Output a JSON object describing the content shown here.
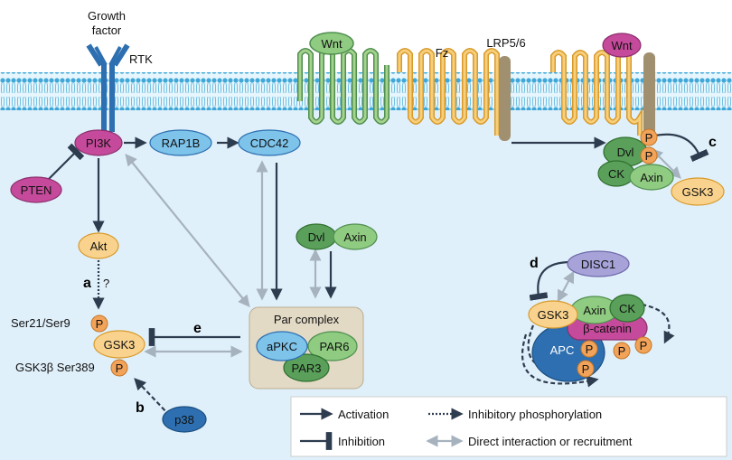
{
  "receptor": {
    "growth_factor_line1": "Growth",
    "growth_factor_line2": "factor",
    "rtk": "RTK"
  },
  "membrane_labels": {
    "wnt_left": "Wnt",
    "fz": "Fz",
    "lrp": "LRP5/6",
    "wnt_right": "Wnt"
  },
  "nodes": {
    "pi3k": "PI3K",
    "rap1b": "RAP1B",
    "cdc42": "CDC42",
    "pten": "PTEN",
    "akt": "Akt",
    "dvl_mid": "Dvl",
    "axin_mid": "Axin",
    "par_complex": "Par complex",
    "apkc": "aPKC",
    "par6": "PAR6",
    "par3": "PAR3",
    "gsk3_left": "GSK3",
    "p38": "p38",
    "dvl_right": "Dvl",
    "ck_right": "CK",
    "axin_right": "Axin",
    "gsk3_right": "GSK3",
    "disc1": "DISC1",
    "gsk3_d": "GSK3",
    "axin_d": "Axin",
    "ck_d": "CK",
    "bcatenin": "β-catenin",
    "apc": "APC",
    "p": "P"
  },
  "site_labels": {
    "ser21": "Ser21/Ser9",
    "ser389": "GSK3β Ser389",
    "question": "?"
  },
  "panel_letters": {
    "a": "a",
    "b": "b",
    "c": "c",
    "d": "d",
    "e": "e"
  },
  "legend": {
    "activation": "Activation",
    "inhibitory": "Inhibitory phosphorylation",
    "inhibition": "Inhibition",
    "interaction": "Direct interaction or recruitment"
  },
  "colors": {
    "membrane": "#a7dcf1",
    "lipid_head": "#3fa8d8",
    "blue_node": "#7ec3ea",
    "magenta": "#c64a9b",
    "peach": "#f9d38e",
    "green": "#5aa05a",
    "light_green": "#8fcb80",
    "orange": "#f2a35a",
    "dark_blue": "#2d6fb0",
    "lavender": "#a7a3d8",
    "receptor_orange": "#f3bb52",
    "lrp_tan": "#a09070",
    "cytoplasm": "#cfe9f7",
    "arrow": "#2e3c4f",
    "interaction": "#a6b3be",
    "par_box": "#e3dac6"
  }
}
